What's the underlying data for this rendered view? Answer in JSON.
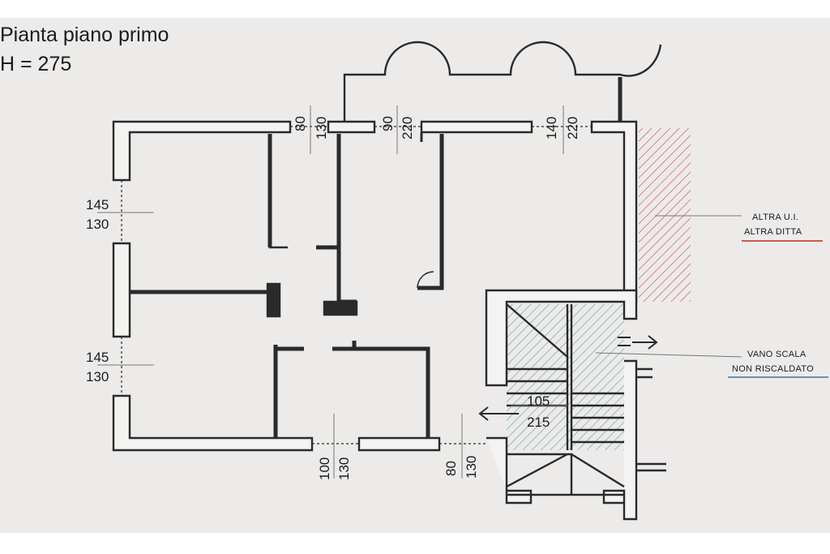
{
  "title": {
    "line1": "Pianta piano primo",
    "line2": "H = 275"
  },
  "dimensions": {
    "top_a": {
      "width": "80",
      "height": "130"
    },
    "top_b": {
      "width": "90",
      "height": "220"
    },
    "top_c": {
      "width": "140",
      "height": "220"
    },
    "left_a": {
      "width": "145",
      "height": "130"
    },
    "left_b": {
      "width": "145",
      "height": "130"
    },
    "bottom_a": {
      "width": "100",
      "height": "130"
    },
    "bottom_b": {
      "width": "80",
      "height": "130"
    },
    "stair_door": {
      "width": "105",
      "height": "215"
    }
  },
  "legend": {
    "other_unit_line1": "ALTRA U.I.",
    "other_unit_line2": "ALTRA DITTA",
    "stairwell_line1": "VANO SCALA",
    "stairwell_line2": "NON RISCALDATO"
  },
  "colors": {
    "wall": "#2a2a2a",
    "hatch_red": "#c0473f",
    "hatch_blue": "#5f8fa7",
    "underline_red": "#c0473f",
    "underline_blue": "#4f85b0"
  }
}
